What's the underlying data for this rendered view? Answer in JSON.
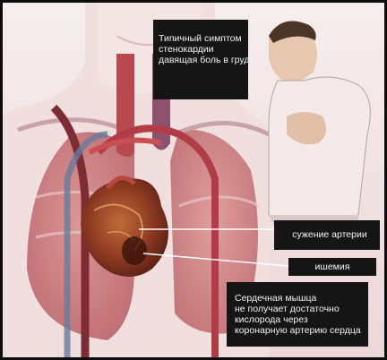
{
  "labels": {
    "symptom": [
      "Типичный симптом",
      "стенокардии",
      "давящая боль в груди"
    ],
    "narrowing": "сужение артерии",
    "ischemia": "ишемия",
    "muscle": [
      "Сердечная мышца",
      "не получает достаточно",
      "кислорода через",
      "коронарную артерию сердца"
    ]
  }
}
